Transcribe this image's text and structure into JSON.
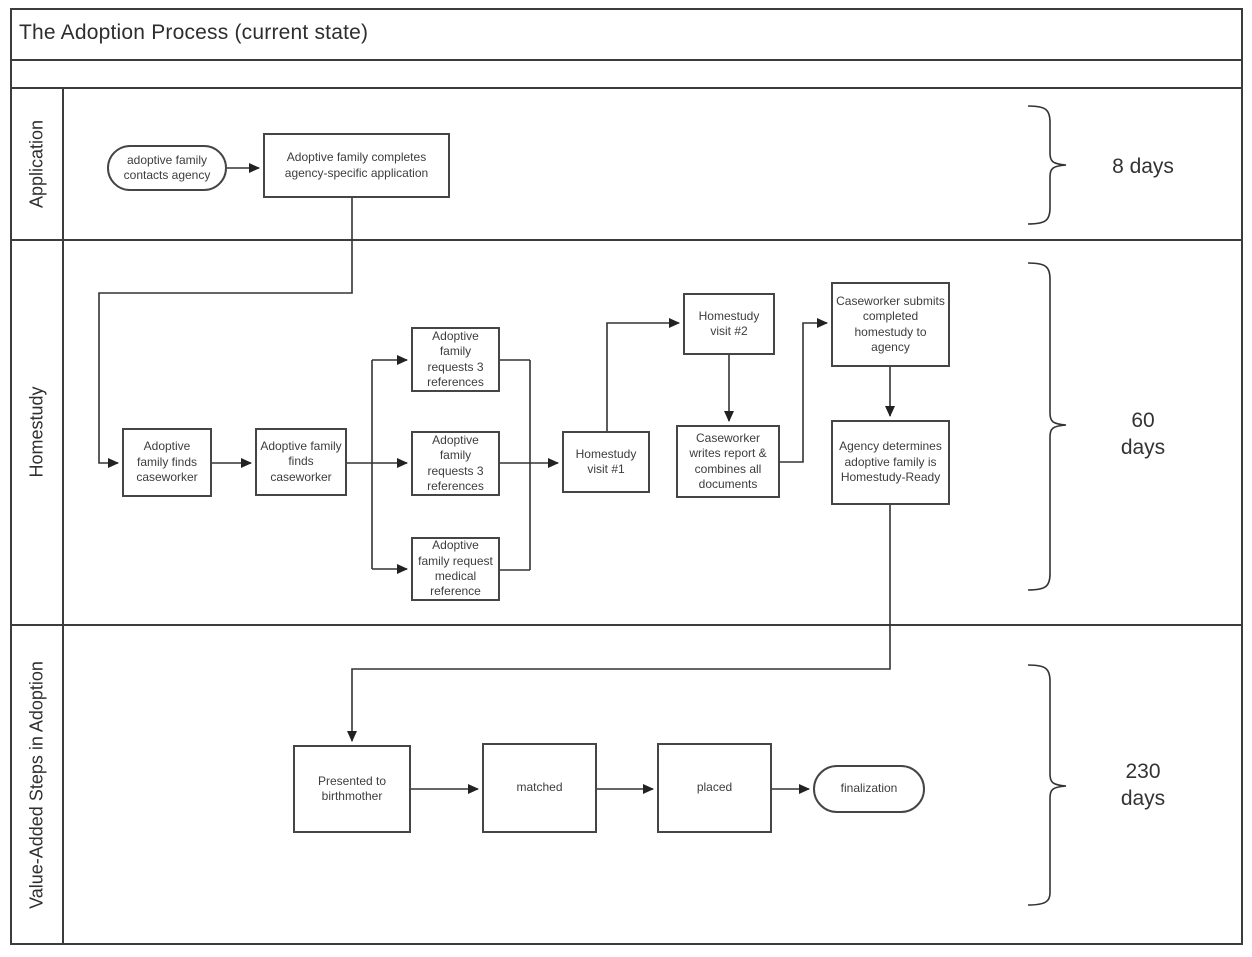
{
  "title": "The Adoption Process (current state)",
  "lanes": [
    {
      "label": "Application",
      "duration": [
        "8 days"
      ]
    },
    {
      "label": "Homestudy",
      "duration": [
        "60",
        "days"
      ]
    },
    {
      "label": "Value-Added Steps in Adoption",
      "duration": [
        "230",
        "days"
      ]
    }
  ],
  "nodes": {
    "start": {
      "label": "adoptive family contacts agency",
      "shape": "oval"
    },
    "application_form": {
      "label": "Adoptive family completes agency-specific application",
      "shape": "rect"
    },
    "finds_caseworker_1": {
      "label": "Adoptive family finds caseworker",
      "shape": "rect"
    },
    "finds_caseworker_2": {
      "label": "Adoptive family finds caseworker",
      "shape": "rect"
    },
    "requests_references_1": {
      "label": "Adoptive family requests 3 references",
      "shape": "rect"
    },
    "requests_references_2": {
      "label": "Adoptive family requests 3 references",
      "shape": "rect"
    },
    "requests_medical_reference": {
      "label": "Adoptive family request medical reference",
      "shape": "rect"
    },
    "homestudy_visit_1": {
      "label": "Homestudy visit #1",
      "shape": "rect"
    },
    "homestudy_visit_2": {
      "label": "Homestudy visit #2",
      "shape": "rect"
    },
    "writes_report": {
      "label": "Caseworker writes report & combines all documents",
      "shape": "rect"
    },
    "submits_homestudy": {
      "label": "Caseworker submits completed homestudy to agency",
      "shape": "rect"
    },
    "determines_ready": {
      "label": "Agency determines adoptive family is Homestudy-Ready",
      "shape": "rect"
    },
    "presented": {
      "label": "Presented to birthmother",
      "shape": "rect"
    },
    "matched": {
      "label": "matched",
      "shape": "rect"
    },
    "placed": {
      "label": "placed",
      "shape": "rect"
    },
    "finalization": {
      "label": "finalization",
      "shape": "oval"
    }
  },
  "colors": {
    "line": "#3c3c3c",
    "text": "#3b3b3b",
    "background": "#ffffff"
  }
}
